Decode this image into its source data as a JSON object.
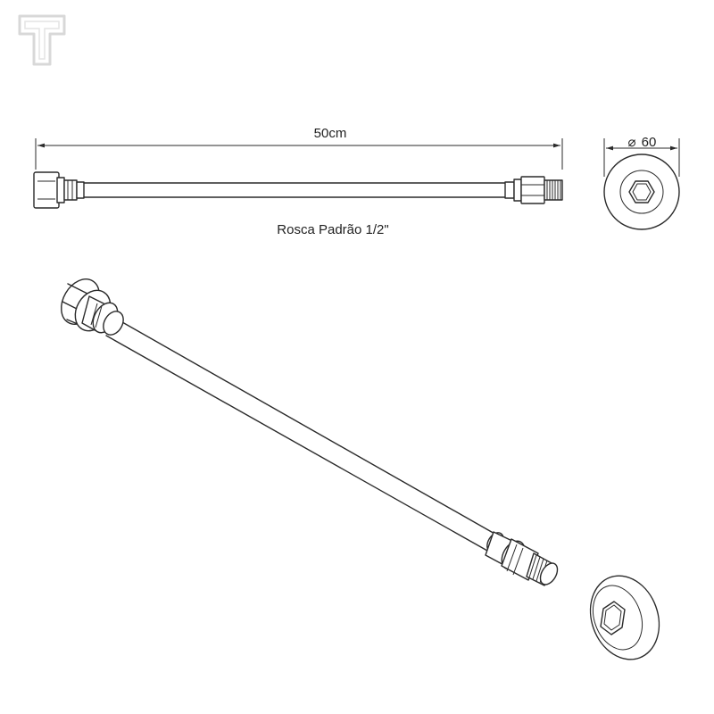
{
  "dimensions": {
    "length_label": "50cm",
    "diameter_symbol": "⌀",
    "diameter_value": "60"
  },
  "caption": "Rosca Padrão 1/2\"",
  "logo": {
    "glyph": "T",
    "icon": "t-logo-icon"
  },
  "colors": {
    "line": "#2a2a2a",
    "logo": "#d8d8d8",
    "background": "#ffffff"
  }
}
